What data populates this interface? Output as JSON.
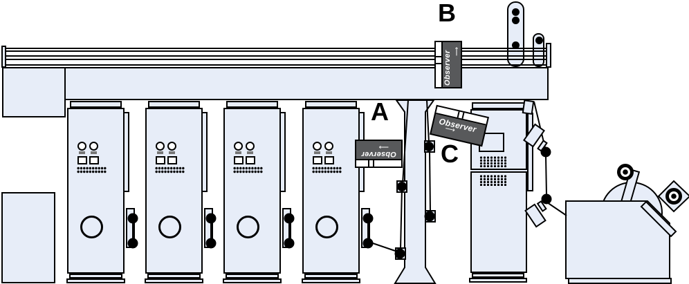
{
  "diagram": {
    "labels": {
      "a": "A",
      "b": "B",
      "c": "C"
    },
    "device_name": "Observer",
    "device_arrow": "⟶",
    "colors": {
      "machine_fill": "#e7edf8",
      "device_body": "#58595b",
      "outline": "#000000",
      "background": "#ffffff"
    }
  }
}
